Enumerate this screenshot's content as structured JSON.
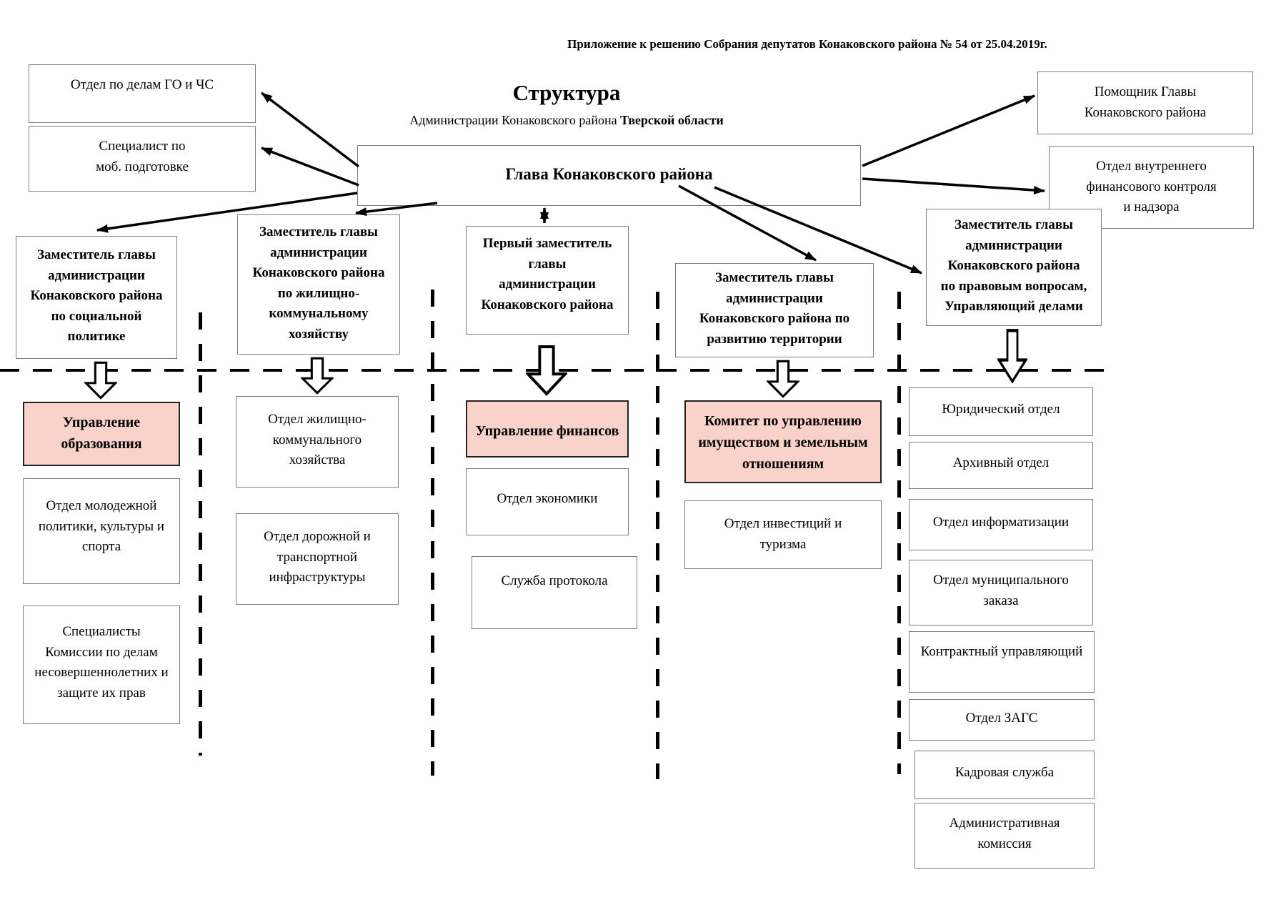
{
  "page": {
    "appendix": "Приложение к решению Собрания депутатов Конаковского района № 54 от 25.04.2019г.",
    "title": "Структура",
    "subtitle": "Администрации Конаковского района",
    "subtitle_bold": "Тверской области"
  },
  "head_office": {
    "label": "Глава Конаковского района"
  },
  "attached_left": [
    {
      "label": "Отдел по делам ГО и ЧС"
    },
    {
      "label": "Специалист по\nмоб. подготовке"
    }
  ],
  "attached_right": [
    {
      "label": "Помощник Главы\nКонаковского района"
    },
    {
      "label": "Отдел внутреннего\nфинансового контроля\nи надзора"
    }
  ],
  "columns": [
    {
      "deputy": "Заместитель главы\nадминистрации\nКонаковского района\nпо социальной\nполитике",
      "departments": [
        {
          "label": "Управление\nобразования",
          "highlighted": true
        },
        {
          "label": "Отдел молодежной\nполитики, культуры и\nспорта",
          "highlighted": false
        },
        {
          "label": "Специалисты\nКомиссии по делам\nнесовершеннолетних и\nзащите их прав",
          "highlighted": false
        }
      ]
    },
    {
      "deputy": "Заместитель главы\nадминистрации\nКонаковского района\nпо жилищно-\nкоммунальному\nхозяйству",
      "departments": [
        {
          "label": "Отдел жилищно-\nкоммунального\nхозяйства",
          "highlighted": false
        },
        {
          "label": "Отдел дорожной и\nтранспортной\nинфраструктуры",
          "highlighted": false
        }
      ]
    },
    {
      "deputy": "Первый заместитель\nглавы\nадминистрации\nКонаковского района",
      "departments": [
        {
          "label": "Управление финансов",
          "highlighted": true
        },
        {
          "label": "Отдел экономики",
          "highlighted": false
        },
        {
          "label": "Служба протокола",
          "highlighted": false
        }
      ]
    },
    {
      "deputy": "Заместитель главы\nадминистрации\nКонаковского района по\nразвитию территории",
      "departments": [
        {
          "label": "Комитет по управлению\nимуществом и земельным\nотношениям",
          "highlighted": true
        },
        {
          "label": "Отдел инвестиций и\nтуризма",
          "highlighted": false
        }
      ]
    },
    {
      "deputy": "Заместитель главы\nадминистрации\nКонаковского района\nпо правовым вопросам,\nУправляющий делами",
      "departments": [
        {
          "label": "Юридический отдел",
          "highlighted": false
        },
        {
          "label": "Архивный отдел",
          "highlighted": false
        },
        {
          "label": "Отдел информатизации",
          "highlighted": false
        },
        {
          "label": "Отдел муниципального\nзаказа",
          "highlighted": false
        },
        {
          "label": "Контрактный управляющий",
          "highlighted": false
        },
        {
          "label": "Отдел ЗАГС",
          "highlighted": false
        },
        {
          "label": "Кадровая служба",
          "highlighted": false
        },
        {
          "label": "Административная\nкомиссия",
          "highlighted": false
        }
      ]
    }
  ],
  "colors": {
    "highlight_fill": "#f9d2c9",
    "line": "#000000",
    "box_border": "#7d7d7d"
  }
}
